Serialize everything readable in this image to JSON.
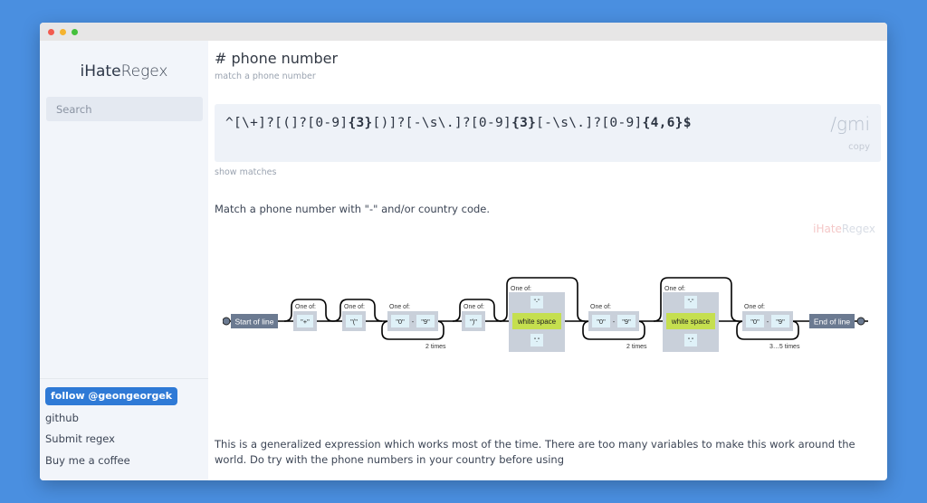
{
  "sidebar": {
    "brand_bold": "iHate",
    "brand_rest": "Regex",
    "search_placeholder": "Search",
    "follow_label": "follow @geongeorgek",
    "links": [
      "github",
      "Submit regex",
      "Buy me a coffee"
    ]
  },
  "main": {
    "title": "# phone number",
    "subtitle": "match a phone number",
    "regex": {
      "segments": [
        "^[\\+]?[(]?[0-9]",
        "{3}",
        "[)]?[-\\s\\.]?[0-9]",
        "{3}",
        "[-\\s\\.]?[0-9]",
        "{4,6}",
        "$"
      ],
      "flags": "/gmi",
      "copy_label": "copy"
    },
    "show_matches_label": "show matches",
    "description": "Match a phone number with \"-\" and/or country code.",
    "watermark_a": "iHate",
    "watermark_b": "Regex",
    "footnote": "This is a generalized expression which works most of the time. There are too many variables to make this work around the world. Do try with the phone numbers in your country before using"
  },
  "diagram": {
    "start_label": "Start of line",
    "end_label": "End of line",
    "one_of_label": "One of:",
    "plus_literal": "\"+\"",
    "open_paren_literal": "\"(\"",
    "close_paren_literal": "\")\"",
    "digit_from": "\"0\"",
    "digit_to": "\"9\"",
    "dash": "-",
    "dash_literal": "\"-\"",
    "dot_literal": "\".\"",
    "whitespace_label": "white space",
    "repeat_2": "2 times",
    "repeat_3_5": "3…5 times"
  },
  "colors": {
    "background": "#4a8fe0",
    "terminal_box": "#6b7a91",
    "one_of_box": "#c9d0da",
    "whitespace_box": "#c5df4f",
    "follow_button": "#2f7ad6"
  }
}
